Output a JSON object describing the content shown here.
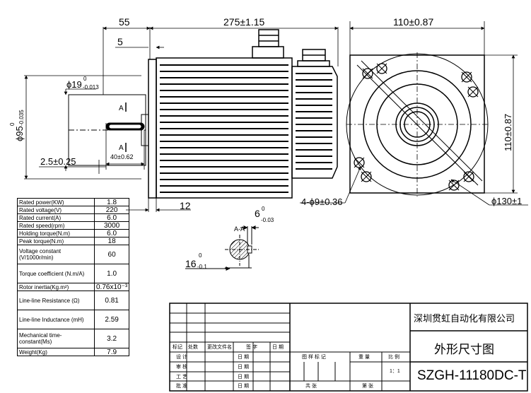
{
  "dimensions": {
    "shaft_length": "55",
    "flange_thickness": "5",
    "body_length": "275±1.15",
    "flange_width_top": "110±0.87",
    "flange_height": "110±0.87",
    "shaft_dia_main": "ϕ19",
    "shaft_dia_tol_top": "0",
    "shaft_dia_tol_bottom": "-0.013",
    "pilot_dia_main": "ϕ95",
    "pilot_dia_tol_top": "0",
    "pilot_dia_tol_bottom": "-0.035",
    "key_offset": "2.5±0.25",
    "key_length": "40±0.62",
    "pilot_depth": "12",
    "key_width_main": "6",
    "key_width_tol_top": "0",
    "key_width_tol_bottom": "-0.03",
    "key_depth_main": "16",
    "key_depth_tol_top": "0",
    "key_depth_tol_bottom": "-0.1",
    "bolt_holes": "4-ϕ9±0.36",
    "bolt_circle": "ϕ130±1",
    "section_marker": "A",
    "section_label": "A-A"
  },
  "specs": [
    {
      "name": "Rated power(KW)",
      "value": "1.8"
    },
    {
      "name": "Rated voltage(V)",
      "value": "220"
    },
    {
      "name": "Rated current(A)",
      "value": "6.0"
    },
    {
      "name": "Rated speed(rpm)",
      "value": "3000"
    },
    {
      "name": "Holding torque(N.m)",
      "value": "6.0"
    },
    {
      "name": "Peak torque(N.m)",
      "value": "18"
    },
    {
      "name": "Voltage constant (V/1000r/min)",
      "value": "60"
    },
    {
      "name": "Torque coefficient (N.m/A)",
      "value": "1.0"
    },
    {
      "name": "Rotor inertia(Kg.m²)",
      "value": "0.76x10⁻³"
    },
    {
      "name": "Line-line Resistance (Ω)",
      "value": "0.81"
    },
    {
      "name": "Line-line Inductance (mH)",
      "value": "2.59"
    },
    {
      "name": "Mechanical time-constant(Ms)",
      "value": "3.2"
    },
    {
      "name": "Weight(Kg)",
      "value": "7.9"
    }
  ],
  "title_block": {
    "company": "深圳贯虹自动化有限公司",
    "drawing_title": "外形尺寸图",
    "model": "SZGH-11180DC-T",
    "header_row": [
      "标记",
      "处数",
      "更改文件名",
      "签 字",
      "日 期"
    ],
    "roles": [
      "设 计",
      "审 核",
      "工 艺",
      "批 准"
    ],
    "date_label": "日 期",
    "drawing_mark": "图 样 标 记",
    "weight": "重 量",
    "scale_label": "比 例",
    "scale_value": "1：1",
    "total_sheets": "共    张",
    "sheet_no": "第    张"
  }
}
